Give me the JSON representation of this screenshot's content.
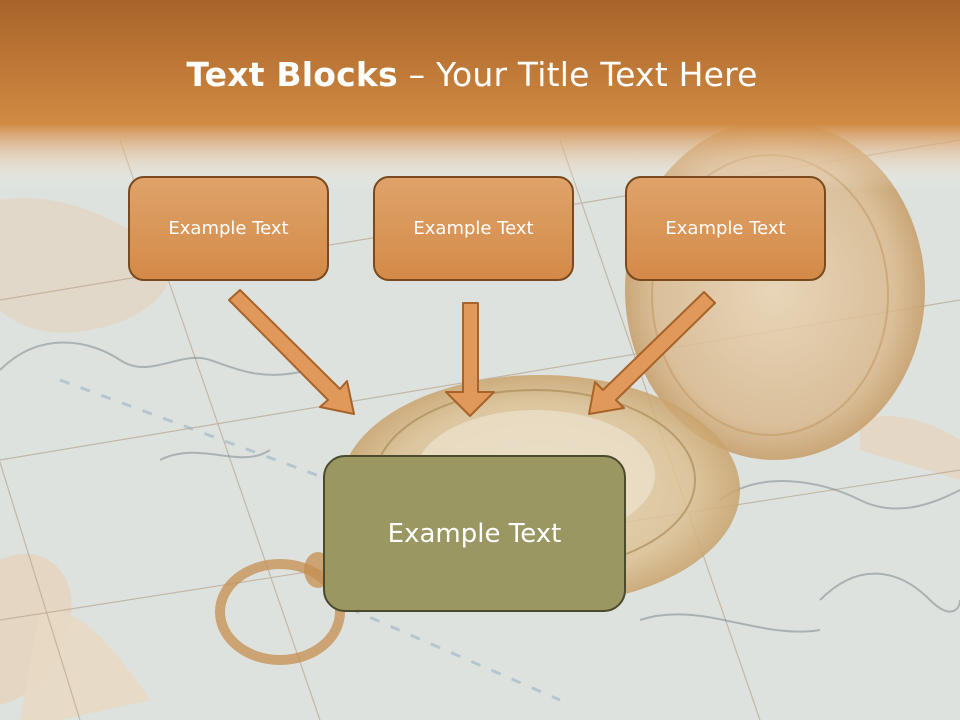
{
  "title": {
    "bold": "Text Blocks",
    "separator": " – ",
    "rest": "Your Title Text Here"
  },
  "blocks": [
    {
      "label": "Example Text"
    },
    {
      "label": "Example Text"
    },
    {
      "label": "Example Text"
    }
  ],
  "center_block": {
    "label": "Example Text"
  },
  "colors": {
    "header": "#c97f3c",
    "box_fill": "#d9924f",
    "box_border": "#7a4a1e",
    "center_fill": "#9a9763",
    "arrow_fill": "#e0995a"
  }
}
